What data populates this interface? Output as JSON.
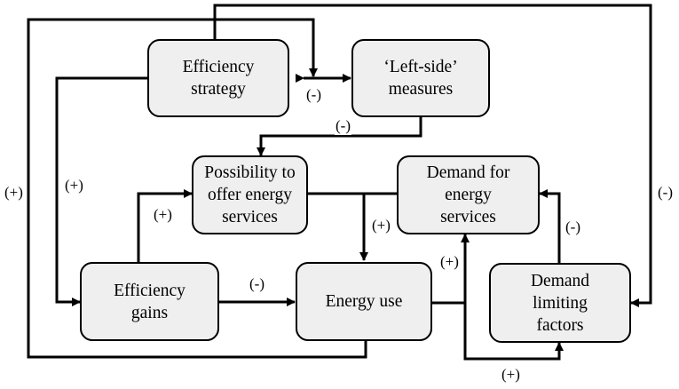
{
  "nodes": {
    "efficiency_strategy": "Efficiency\nstrategy",
    "left_side_measures": "‘Left-side’\nmeasures",
    "possibility_to_offer": "Possibility to\noffer energy\nservices",
    "demand_for_services": "Demand for\nenergy\nservices",
    "efficiency_gains": "Efficiency\ngains",
    "energy_use": "Energy use",
    "demand_limiting_factors": "Demand\nlimiting\nfactors"
  },
  "edge_labels": {
    "strategy_measures": "(-)",
    "measures_possibility": "(-)",
    "strategy_gains": "(+)",
    "gains_possibility": "(+)",
    "gains_energy_use": "(-)",
    "possibility_energy_use": "(+)",
    "energy_use_demand": "(+)",
    "limiting_demand": "(-)",
    "outer_left_loop": "(+)",
    "outer_right_loop": "(-)",
    "energy_use_limiting": "(+)"
  }
}
